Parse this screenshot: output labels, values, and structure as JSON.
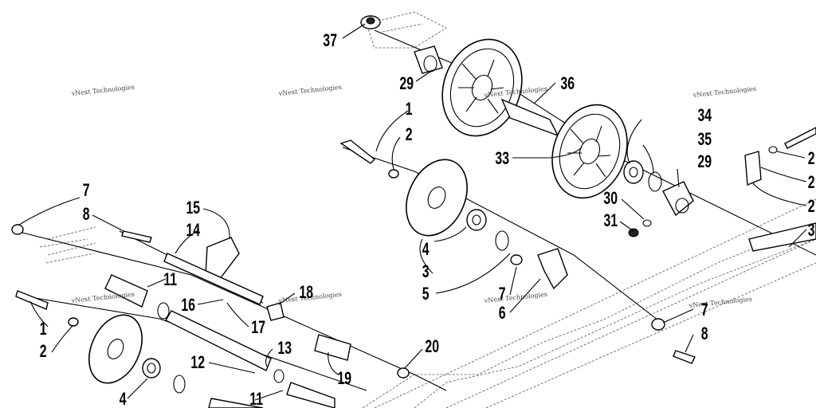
{
  "watermark": "vNext Technologies",
  "callouts": [
    {
      "id": "c37a",
      "text": "37"
    },
    {
      "id": "c29a",
      "text": "29"
    },
    {
      "id": "c36",
      "text": "36"
    },
    {
      "id": "c1a",
      "text": "1"
    },
    {
      "id": "c2a",
      "text": "2"
    },
    {
      "id": "c33",
      "text": "33"
    },
    {
      "id": "c34",
      "text": "34"
    },
    {
      "id": "c35",
      "text": "35"
    },
    {
      "id": "c29b",
      "text": "29"
    },
    {
      "id": "c30",
      "text": "30"
    },
    {
      "id": "c31",
      "text": "31"
    },
    {
      "id": "c4a",
      "text": "4"
    },
    {
      "id": "c3",
      "text": "3"
    },
    {
      "id": "c5",
      "text": "5"
    },
    {
      "id": "c7a",
      "text": "7"
    },
    {
      "id": "c6",
      "text": "6"
    },
    {
      "id": "c7b",
      "text": "7"
    },
    {
      "id": "c8a",
      "text": "8"
    },
    {
      "id": "c7c",
      "text": "7"
    },
    {
      "id": "c8b",
      "text": "8"
    },
    {
      "id": "c15",
      "text": "15"
    },
    {
      "id": "c14",
      "text": "14"
    },
    {
      "id": "c11a",
      "text": "11"
    },
    {
      "id": "c16",
      "text": "16"
    },
    {
      "id": "c17",
      "text": "17"
    },
    {
      "id": "c18",
      "text": "18"
    },
    {
      "id": "c1b",
      "text": "1"
    },
    {
      "id": "c2b",
      "text": "2"
    },
    {
      "id": "c13",
      "text": "13"
    },
    {
      "id": "c12",
      "text": "12"
    },
    {
      "id": "c20",
      "text": "20"
    },
    {
      "id": "c19",
      "text": "19"
    },
    {
      "id": "c4b",
      "text": "4"
    },
    {
      "id": "c11b",
      "text": "11"
    },
    {
      "id": "c2c",
      "text": "2"
    },
    {
      "id": "c2d",
      "text": "2"
    },
    {
      "id": "c2e",
      "text": "2"
    },
    {
      "id": "c3b",
      "text": "3"
    }
  ]
}
